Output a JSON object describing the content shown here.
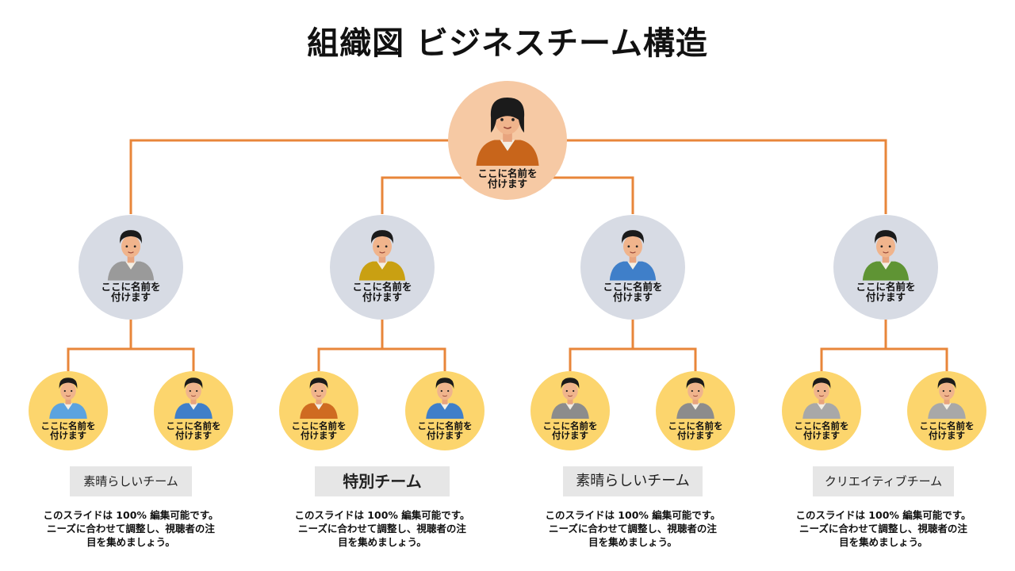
{
  "title": "組織図 ビジネスチーム構造",
  "colors": {
    "line": "#e8863a",
    "top_bg": "#f6c9a4",
    "mid_bg": "#d7dbe4",
    "bottom_bg": "#fcd56d",
    "label_bg": "#e6e6e6"
  },
  "top": {
    "name": "ここに名前を\n付けます",
    "shirt": "#c8651b",
    "icon": "person-female-avatar-icon"
  },
  "managers": [
    {
      "name": "ここに名前を\n付けます",
      "shirt": "#9a9a9a",
      "icon": "person-avatar-icon"
    },
    {
      "name": "ここに名前を\n付けます",
      "shirt": "#c9a012",
      "icon": "person-avatar-icon"
    },
    {
      "name": "ここに名前を\n付けます",
      "shirt": "#3f7fc9",
      "icon": "person-avatar-icon"
    },
    {
      "name": "ここに名前を\n付けます",
      "shirt": "#5f9434",
      "icon": "person-avatar-icon"
    }
  ],
  "members": [
    {
      "name": "ここに名前を\n付けます",
      "shirt": "#5ba3e0"
    },
    {
      "name": "ここに名前を\n付けます",
      "shirt": "#3f7fc9"
    },
    {
      "name": "ここに名前を\n付けます",
      "shirt": "#cf6b21"
    },
    {
      "name": "ここに名前を\n付けます",
      "shirt": "#3f7fc9"
    },
    {
      "name": "ここに名前を\n付けます",
      "shirt": "#8c8c8c"
    },
    {
      "name": "ここに名前を\n付けます",
      "shirt": "#8c8c8c"
    },
    {
      "name": "ここに名前を\n付けます",
      "shirt": "#a8a8a8"
    },
    {
      "name": "ここに名前を\n付けます",
      "shirt": "#a8a8a8"
    }
  ],
  "teams": [
    {
      "label": "素晴らしいチーム",
      "description": "このスライドは 100% 編集可能です。\nニーズに合わせて調整し、視聴者の注\n目を集めましょう。"
    },
    {
      "label": "特別チーム",
      "description": "このスライドは 100% 編集可能です。\nニーズに合わせて調整し、視聴者の注\n目を集めましょう。"
    },
    {
      "label": "素晴らしいチーム",
      "description": "このスライドは 100% 編集可能です。\nニーズに合わせて調整し、視聴者の注\n目を集めましょう。"
    },
    {
      "label": "クリエイティブチーム",
      "description": "このスライドは 100% 編集可能です。\nニーズに合わせて調整し、視聴者の注\n目を集めましょう。"
    }
  ]
}
